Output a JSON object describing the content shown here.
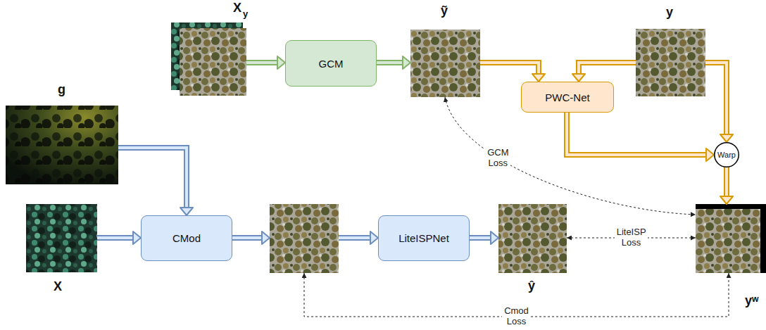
{
  "diagram": {
    "nodes": [
      {
        "text": [
          "X",
          "y"
        ]
      },
      {
        "text": [
          "GCM"
        ]
      },
      {
        "text": [
          "ỹ"
        ]
      },
      {
        "text": [
          "PWC-Net"
        ]
      },
      {
        "text": [
          "y"
        ]
      },
      {
        "text": [
          "g"
        ]
      },
      {
        "text": [
          "Warp"
        ]
      },
      {
        "text": [
          "X"
        ]
      },
      {
        "text": [
          "CMod"
        ]
      },
      {
        "text": []
      },
      {
        "text": [
          "LiteISPNet"
        ]
      },
      {
        "text": [
          "ŷ"
        ]
      },
      {
        "text": [
          "yʷ"
        ]
      }
    ],
    "edges": [
      {
        "from": 0,
        "to": 1,
        "arrow": "to"
      },
      {
        "from": 1,
        "to": 2,
        "arrow": "to"
      },
      {
        "from": 2,
        "to": 3,
        "arrow": "to"
      },
      {
        "from": 4,
        "to": 3,
        "arrow": "to"
      },
      {
        "from": 4,
        "to": 6,
        "arrow": "to"
      },
      {
        "from": 3,
        "to": 6,
        "arrow": "to"
      },
      {
        "from": 6,
        "to": 12,
        "arrow": "to"
      },
      {
        "from": 5,
        "to": 8,
        "arrow": "to"
      },
      {
        "from": 7,
        "to": 8,
        "arrow": "to"
      },
      {
        "from": 8,
        "to": 9,
        "arrow": "to"
      },
      {
        "from": 9,
        "to": 10,
        "arrow": "to"
      },
      {
        "from": 10,
        "to": 11,
        "arrow": "to"
      },
      {
        "from": 2,
        "to": 12,
        "label": "GCM Loss",
        "arrow": "both"
      },
      {
        "from": 11,
        "to": 12,
        "label": "LiteISP Loss",
        "arrow": "both"
      },
      {
        "from": 9,
        "to": 12,
        "label": "Cmod Loss",
        "arrow": "both"
      }
    ]
  }
}
